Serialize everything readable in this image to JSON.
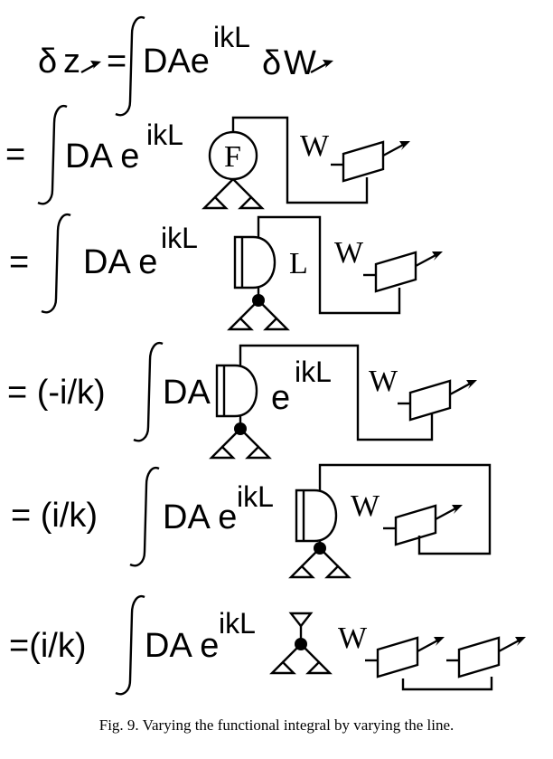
{
  "rows": [
    {
      "prefix": "δ",
      "lhs_var": "z",
      "equals": "=",
      "integrand": "DAe",
      "exponent": "ikL",
      "delta": "δ",
      "w_var": "W"
    },
    {
      "prefix": "=",
      "integrand": "DA e",
      "exponent": "ikL",
      "node_label": "F",
      "w_label": "W"
    },
    {
      "prefix": "=",
      "integrand": "DA e",
      "exponent": "ikL",
      "node_label": "L",
      "w_label": "W"
    },
    {
      "prefix": "= (-i/k)",
      "integrand": "DA",
      "exp_base": "e",
      "exponent": "ikL",
      "w_label": "W"
    },
    {
      "prefix": "=  (i/k)",
      "integrand": "DA e",
      "exponent": "ikL",
      "w_label": "W"
    },
    {
      "prefix": "=(i/k)",
      "integrand": "DA e",
      "exponent": "ikL",
      "w_label": "W"
    }
  ],
  "caption": "Fig. 9. Varying the functional integral by varying the line."
}
